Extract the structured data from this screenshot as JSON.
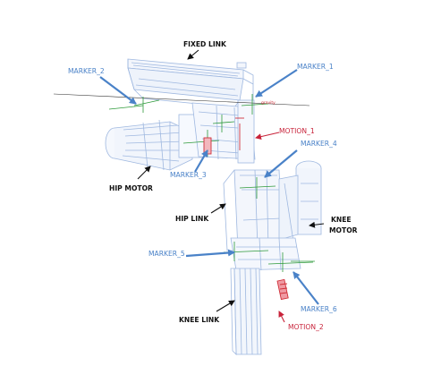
{
  "labels": {
    "fixed_link": "FIXED LINK",
    "hip_motor": "HIP MOTOR",
    "hip_link": "HIP LINK",
    "knee_link": "KNEE LINK",
    "knee_motor_line1": "KNEE",
    "knee_motor_line2": "MOTOR",
    "marker_1": "MARKER_1",
    "marker_2": "MARKER_2",
    "marker_3": "MARKER_3",
    "marker_4": "MARKER_4",
    "marker_5": "MARKER_5",
    "marker_6": "MARKER_6",
    "motion_1": "MOTION_1",
    "motion_2": "MOTION_2",
    "gravity": "gravity"
  },
  "colors": {
    "black_label": "#111111",
    "marker_blue": "#4a82c8",
    "motion_red": "#c8233a",
    "model_line": "#9fb8e0",
    "marker_green": "#2e9a3a"
  }
}
